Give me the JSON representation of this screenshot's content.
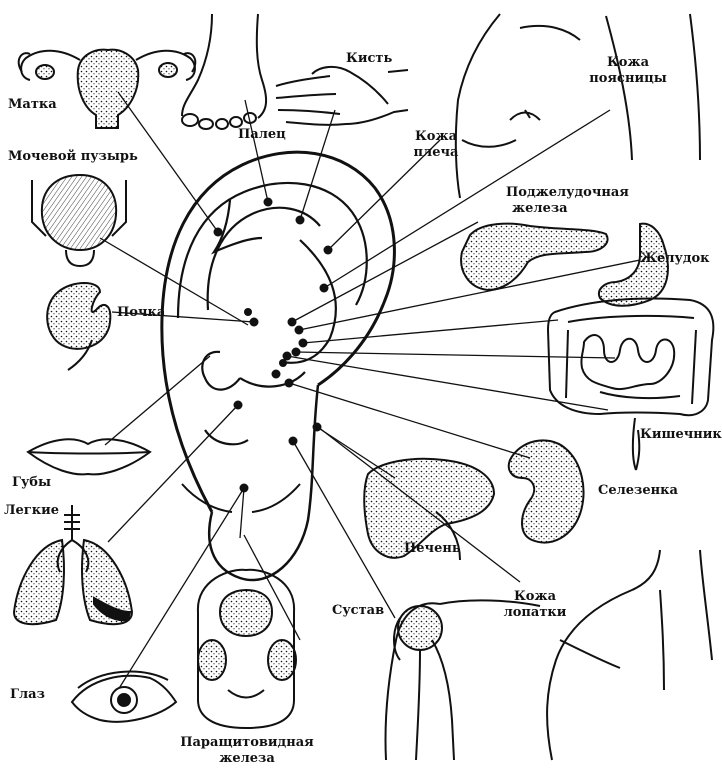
{
  "labels": {
    "uterus": "Матка",
    "bladder": "Мочевой пузырь",
    "kidney": "Почка",
    "lips": "Губы",
    "lungs": "Легкие",
    "eye": "Глаз",
    "finger": "Палец",
    "hand": "Кисть",
    "shoulder_skin_1": "Кожа",
    "shoulder_skin_2": "плеча",
    "lower_back_skin_1": "Кожа",
    "lower_back_skin_2": "поясницы",
    "pancreas_1": "Поджелудочная",
    "pancreas_2": "железа",
    "stomach": "Желудок",
    "intestine": "Кишечник",
    "spleen": "Селезенка",
    "liver": "Печень",
    "joint": "Сустав",
    "scapula_skin_1": "Кожа",
    "scapula_skin_2": "лопатки",
    "parathyroid_1": "Паращитовидная",
    "parathyroid_2": "железа"
  },
  "colors": {
    "ink": "#111111",
    "background": "#ffffff"
  }
}
